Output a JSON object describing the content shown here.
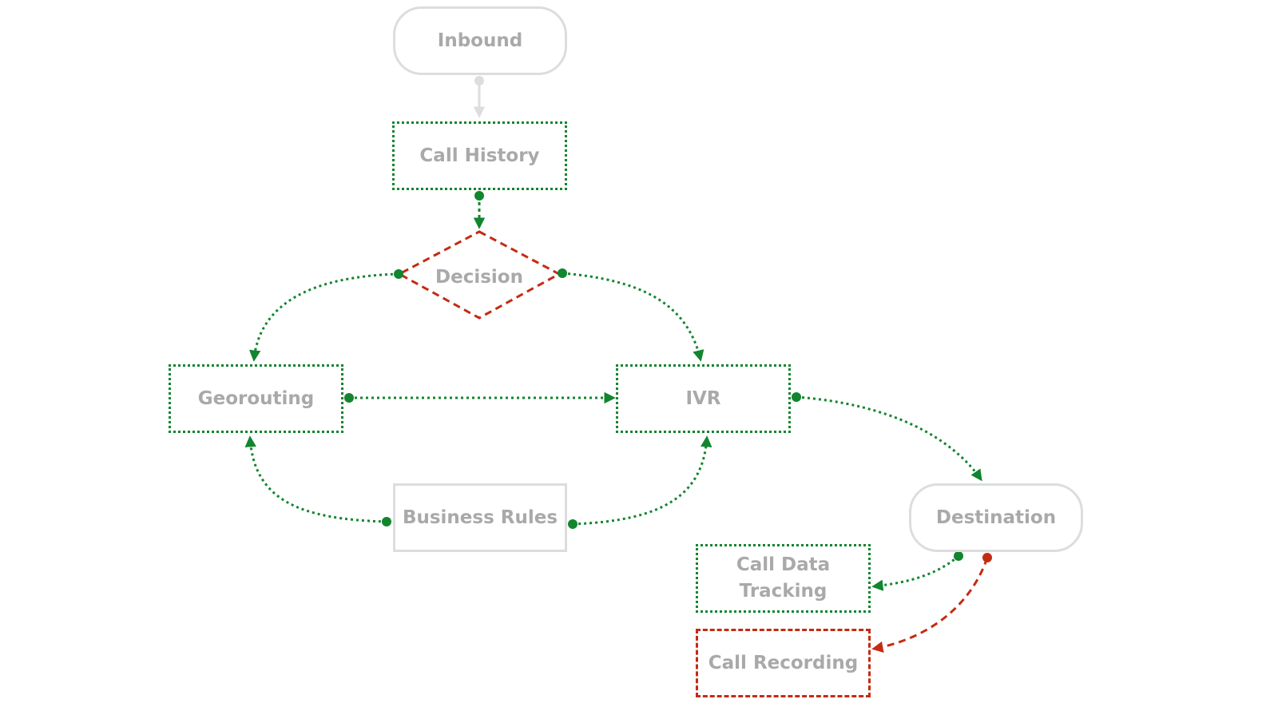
{
  "nodes": {
    "inbound": "Inbound",
    "call_history": "Call History",
    "decision": "Decision",
    "georouting": "Georouting",
    "ivr": "IVR",
    "business_rules": "Business Rules",
    "destination": "Destination",
    "call_data_tracking": "Call Data\nTracking",
    "call_recording": "Call Recording"
  },
  "colors": {
    "success": "#12852f",
    "failure": "#c42b12",
    "neutral": "#dddddd",
    "label": "#a9a9a9"
  }
}
